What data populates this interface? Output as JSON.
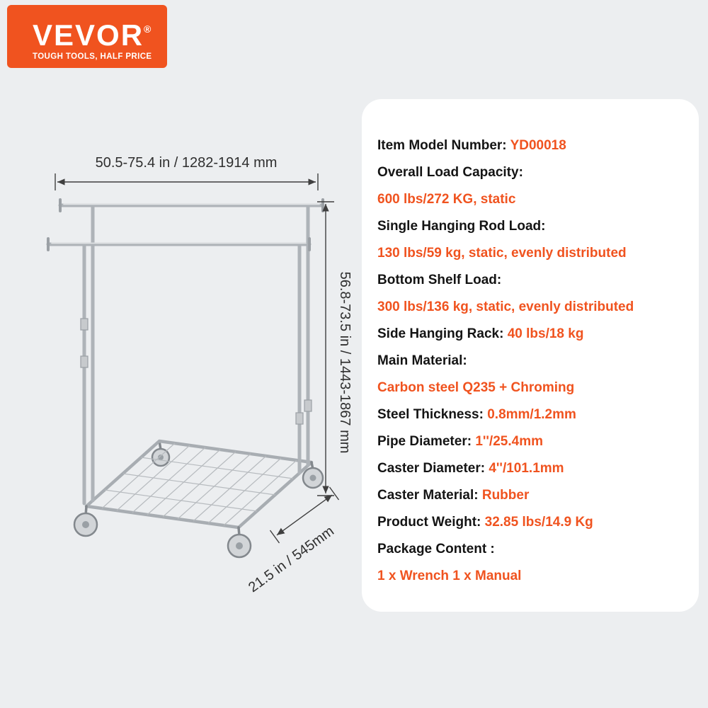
{
  "page": {
    "background": "#eceef0"
  },
  "logo": {
    "brand": "VEVOR",
    "registered": "®",
    "tagline": "TOUGH TOOLS, HALF PRICE",
    "bg_color": "#f0531f"
  },
  "diagram": {
    "subject": "double-rail garment rack with bottom mesh shelf and casters",
    "width_label": "50.5-75.4 in / 1282-1914 mm",
    "height_label": "56.8-73.5 in / 1443-1867 mm",
    "depth_label": "21.5 in / 545mm"
  },
  "spec_card": {
    "rows": [
      {
        "label": "Item Model Number: ",
        "value": "YD00018"
      },
      {
        "label": "Overall Load Capacity:",
        "value": ""
      },
      {
        "label": "",
        "value": "600 lbs/272 KG, static"
      },
      {
        "label": "Single Hanging Rod Load:",
        "value": ""
      },
      {
        "label": "",
        "value": "130 lbs/59 kg, static, evenly distributed"
      },
      {
        "label": "Bottom Shelf Load:",
        "value": ""
      },
      {
        "label": "",
        "value": "300 lbs/136 kg, static, evenly distributed"
      },
      {
        "label": "Side Hanging Rack: ",
        "value": "40 lbs/18 kg"
      },
      {
        "label": "Main Material:",
        "value": ""
      },
      {
        "label": "",
        "value": "Carbon steel Q235 + Chroming"
      },
      {
        "label": "Steel Thickness: ",
        "value": "0.8mm/1.2mm"
      },
      {
        "label": "Pipe Diameter: ",
        "value": "1''/25.4mm"
      },
      {
        "label": "Caster Diameter: ",
        "value": "4''/101.1mm"
      },
      {
        "label": "Caster Material: ",
        "value": "Rubber"
      },
      {
        "label": "Product Weight: ",
        "value": "32.85 lbs/14.9 Kg"
      },
      {
        "label": "Package Content :",
        "value": ""
      },
      {
        "label": "",
        "value": "1 x Wrench 1 x Manual"
      }
    ]
  },
  "colors": {
    "accent": "#f0531f",
    "text_primary": "#141414",
    "dimension_text": "#2f2f2f"
  }
}
